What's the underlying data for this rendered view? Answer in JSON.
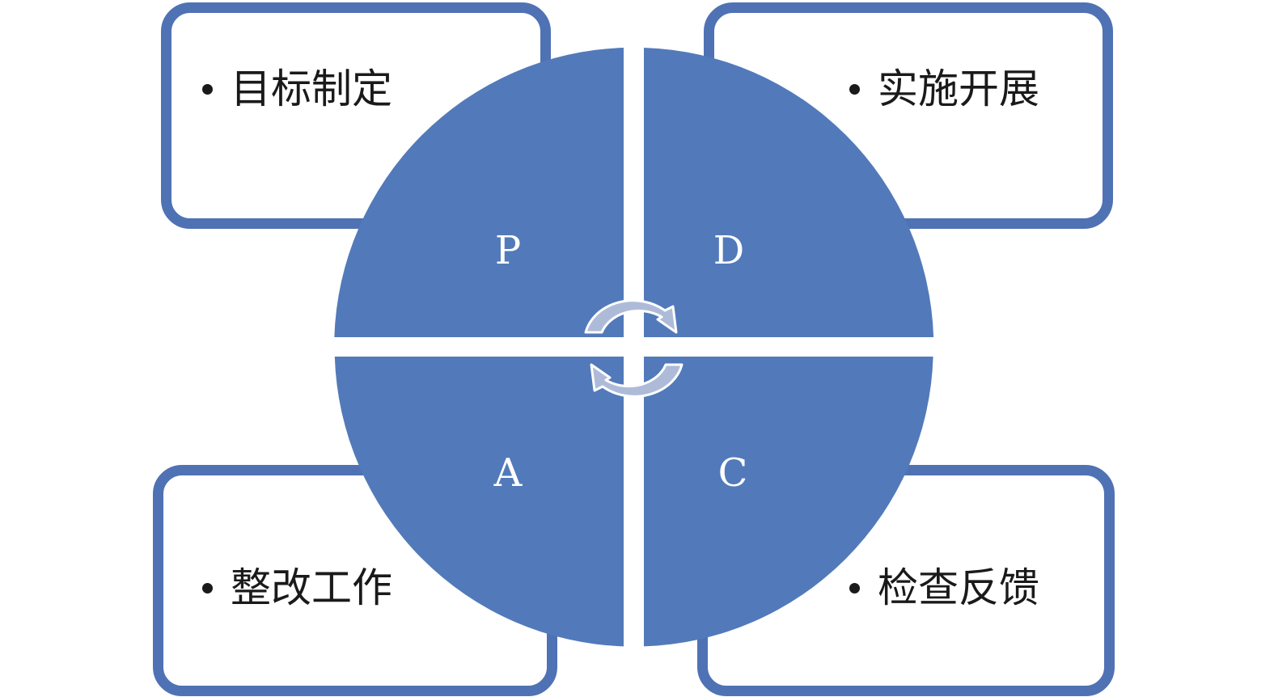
{
  "diagram": {
    "colors": {
      "quadrant_fill": "#527aba",
      "box_border": "#4f72b4",
      "arrow_fill": "#aebbd8",
      "arrow_stroke": "#ffffff",
      "letter": "#ffffff",
      "text": "#1a1a1a"
    },
    "quadrants": [
      {
        "id": "p",
        "letter": "P",
        "text": "目标制定"
      },
      {
        "id": "d",
        "letter": "D",
        "text": "实施开展"
      },
      {
        "id": "c",
        "letter": "C",
        "text": "检查反馈"
      },
      {
        "id": "a",
        "letter": "A",
        "text": "整改工作"
      }
    ],
    "center_icon": "cycle-arrows-icon"
  }
}
